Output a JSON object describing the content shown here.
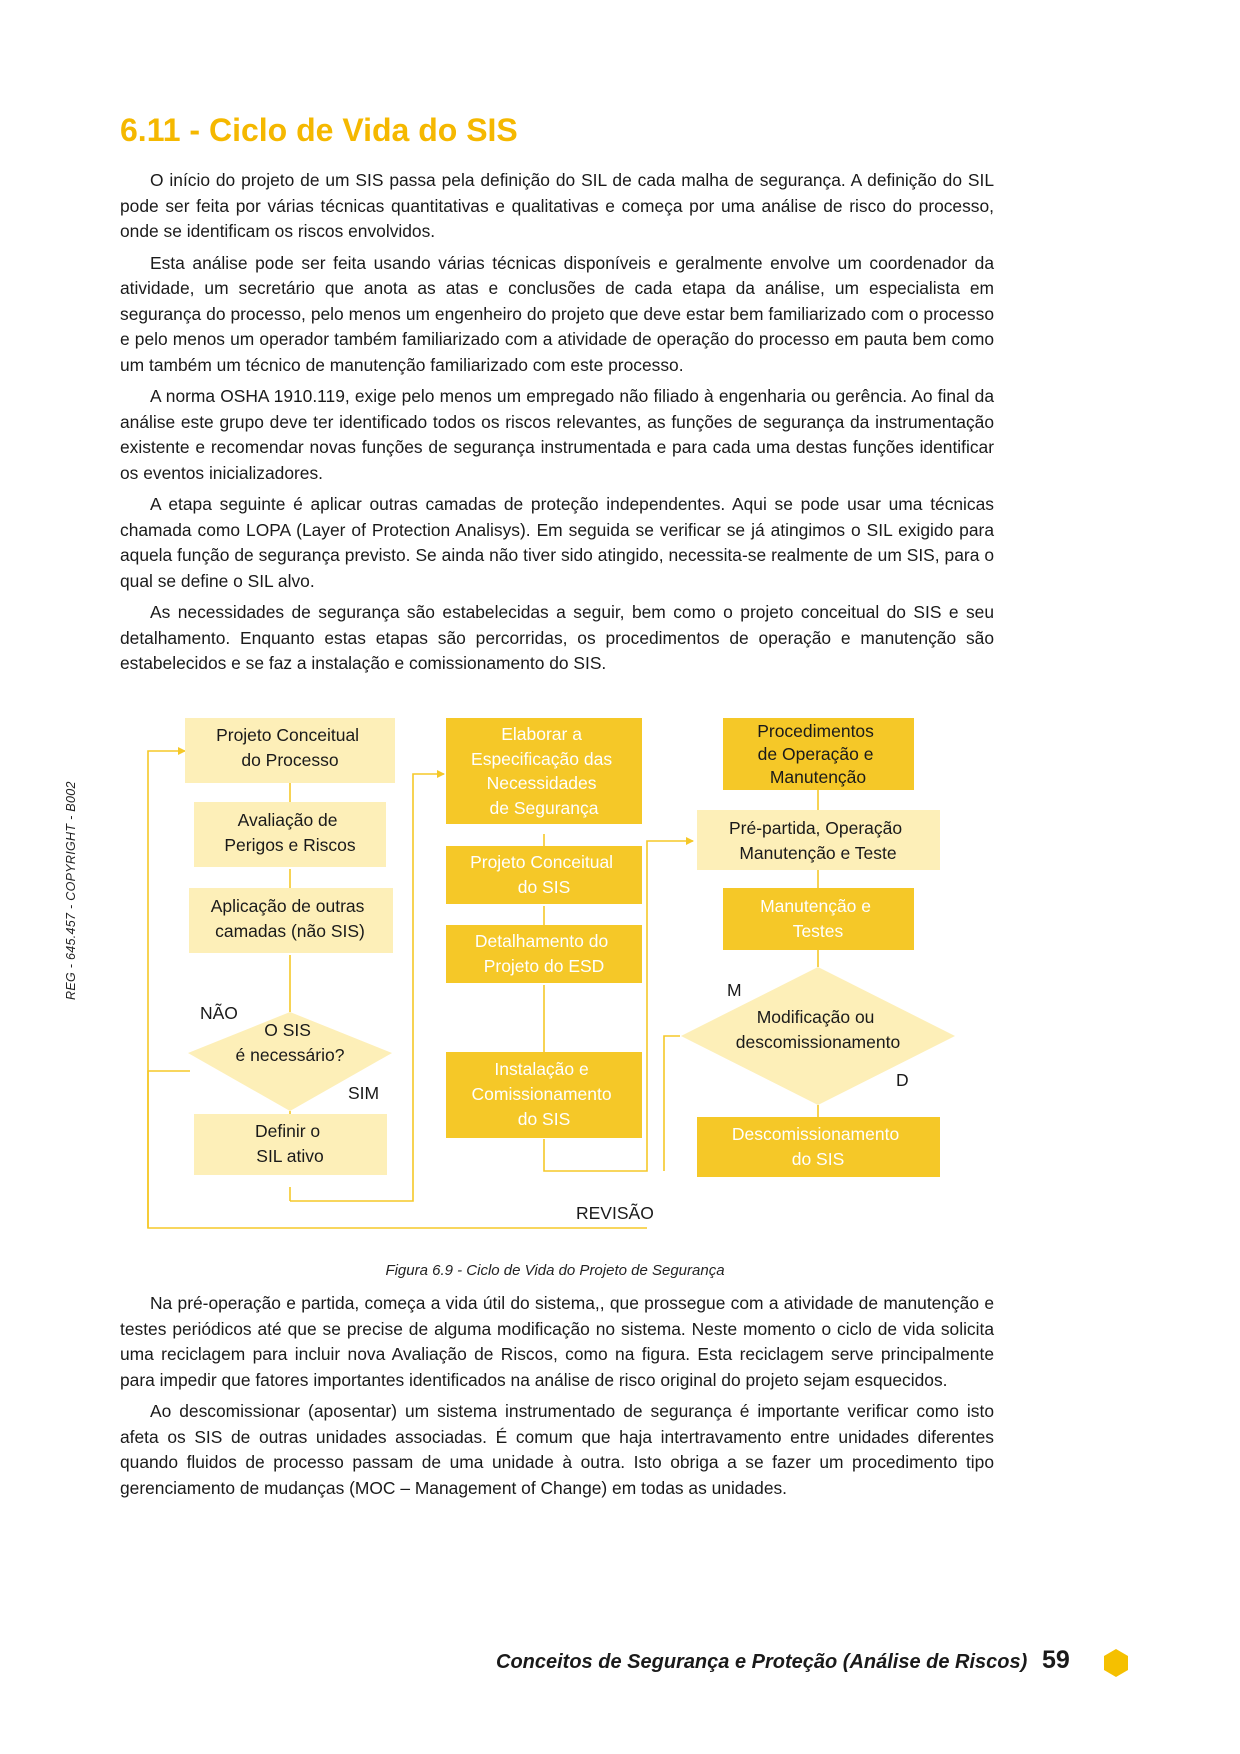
{
  "title": "6.11 - Ciclo de Vida do SIS",
  "side_text": "REG - 645.457 - COPYRIGHT - B002",
  "paragraphs_top": [
    "O início do projeto de um SIS passa pela definição do SIL de cada malha de segurança. A definição do SIL pode ser feita por várias técnicas quantitativas e qualitativas e começa por uma análise de risco do processo, onde se identificam os riscos envolvidos.",
    "Esta análise pode ser feita usando várias técnicas disponíveis e geralmente envolve um coordenador da atividade, um secretário que anota as atas e conclusões de cada etapa da análise, um especialista em segurança do processo, pelo menos um engenheiro do projeto que deve estar bem familiarizado com o processo e pelo menos um operador também familiarizado com a atividade de operação do processo em pauta bem como um também um técnico de manutenção familiarizado com este processo.",
    "A norma OSHA 1910.119, exige pelo menos um empregado não filiado à engenharia ou gerência. Ao final da análise este grupo deve ter identificado todos os riscos relevantes, as funções de segurança da instrumentação existente e recomendar novas funções de segurança instrumentada e para cada uma destas funções identificar os eventos inicializadores.",
    "A etapa seguinte é aplicar outras camadas de proteção independentes. Aqui se pode usar uma técnicas chamada como LOPA (Layer of Protection Analisys). Em seguida se verificar se já atingimos o SIL exigido para aquela função de segurança previsto. Se ainda não tiver sido atingido, necessita-se realmente de um SIS, para o qual se define o SIL alvo.",
    "As necessidades de segurança são estabelecidas a seguir, bem como o projeto conceitual do SIS e seu detalhamento. Enquanto estas etapas são percorridas, os procedimentos de operação e manutenção são estabelecidos e se faz a instalação e comissionamento do SIS."
  ],
  "flowchart": {
    "col1": {
      "box1": [
        "Projeto Conceitual",
        "do Processo"
      ],
      "box2": [
        "Avaliação de",
        "Perigos e Riscos"
      ],
      "box3": [
        "Aplicação de outras",
        "camadas (não SIS)"
      ],
      "decision": [
        "O SIS",
        "é necessário?"
      ],
      "box4": [
        "Definir o",
        "SIL ativo"
      ]
    },
    "col2": {
      "box1": [
        "Elaborar a",
        "Especificação das",
        "Necessidades",
        "de Segurança"
      ],
      "box2": [
        "Projeto Conceitual",
        "do SIS"
      ],
      "box3": [
        "Detalhamento do",
        "Projeto do ESD"
      ],
      "box4": [
        "Instalação e",
        "Comissionamento",
        "do SIS"
      ]
    },
    "col3": {
      "box1": [
        "Procedimentos",
        "de Operação e",
        "Manutenção"
      ],
      "box2": [
        "Pré-partida, Operação",
        "Manutenção e Teste"
      ],
      "box3": [
        "Manutenção e",
        "Testes"
      ],
      "decision": [
        "Modificação ou",
        "descomissionamento"
      ],
      "box4": [
        "Descomissionamento",
        "do SIS"
      ]
    },
    "labels": {
      "nao": "NÃO",
      "sim": "SIM",
      "m": "M",
      "d": "D",
      "revisao": "REVISÃO"
    },
    "colors": {
      "light": "#fdefb8",
      "dark": "#f5c828",
      "line": "#f5c828",
      "white_text": "#ffffff",
      "dark_text": "#1a1a1a"
    }
  },
  "caption": "Figura 6.9 - Ciclo de Vida do Projeto de Segurança",
  "paragraphs_bottom": [
    "Na pré-operação e partida, começa a vida útil do sistema,, que prossegue com a atividade de manutenção e testes periódicos até que se precise de alguma modificação no sistema. Neste momento o ciclo de vida solicita uma reciclagem para incluir nova Avaliação de Riscos, como na figura. Esta reciclagem serve principalmente para impedir que fatores importantes identificados na análise de risco original do projeto sejam esquecidos.",
    "Ao descomissionar (aposentar) um sistema instrumentado de segurança é importante verificar como isto afeta os SIS de outras unidades associadas. É comum que haja intertravamento entre unidades diferentes quando fluidos de processo passam de uma unidade à outra. Isto obriga a se fazer um procedimento tipo gerenciamento de mudanças (MOC – Management of Change) em todas as unidades."
  ],
  "footer": {
    "book_title": "Conceitos de Segurança e Proteção (Análise de Riscos)",
    "page_number": "59",
    "page_icon": "yellow-hexagon-icon"
  }
}
